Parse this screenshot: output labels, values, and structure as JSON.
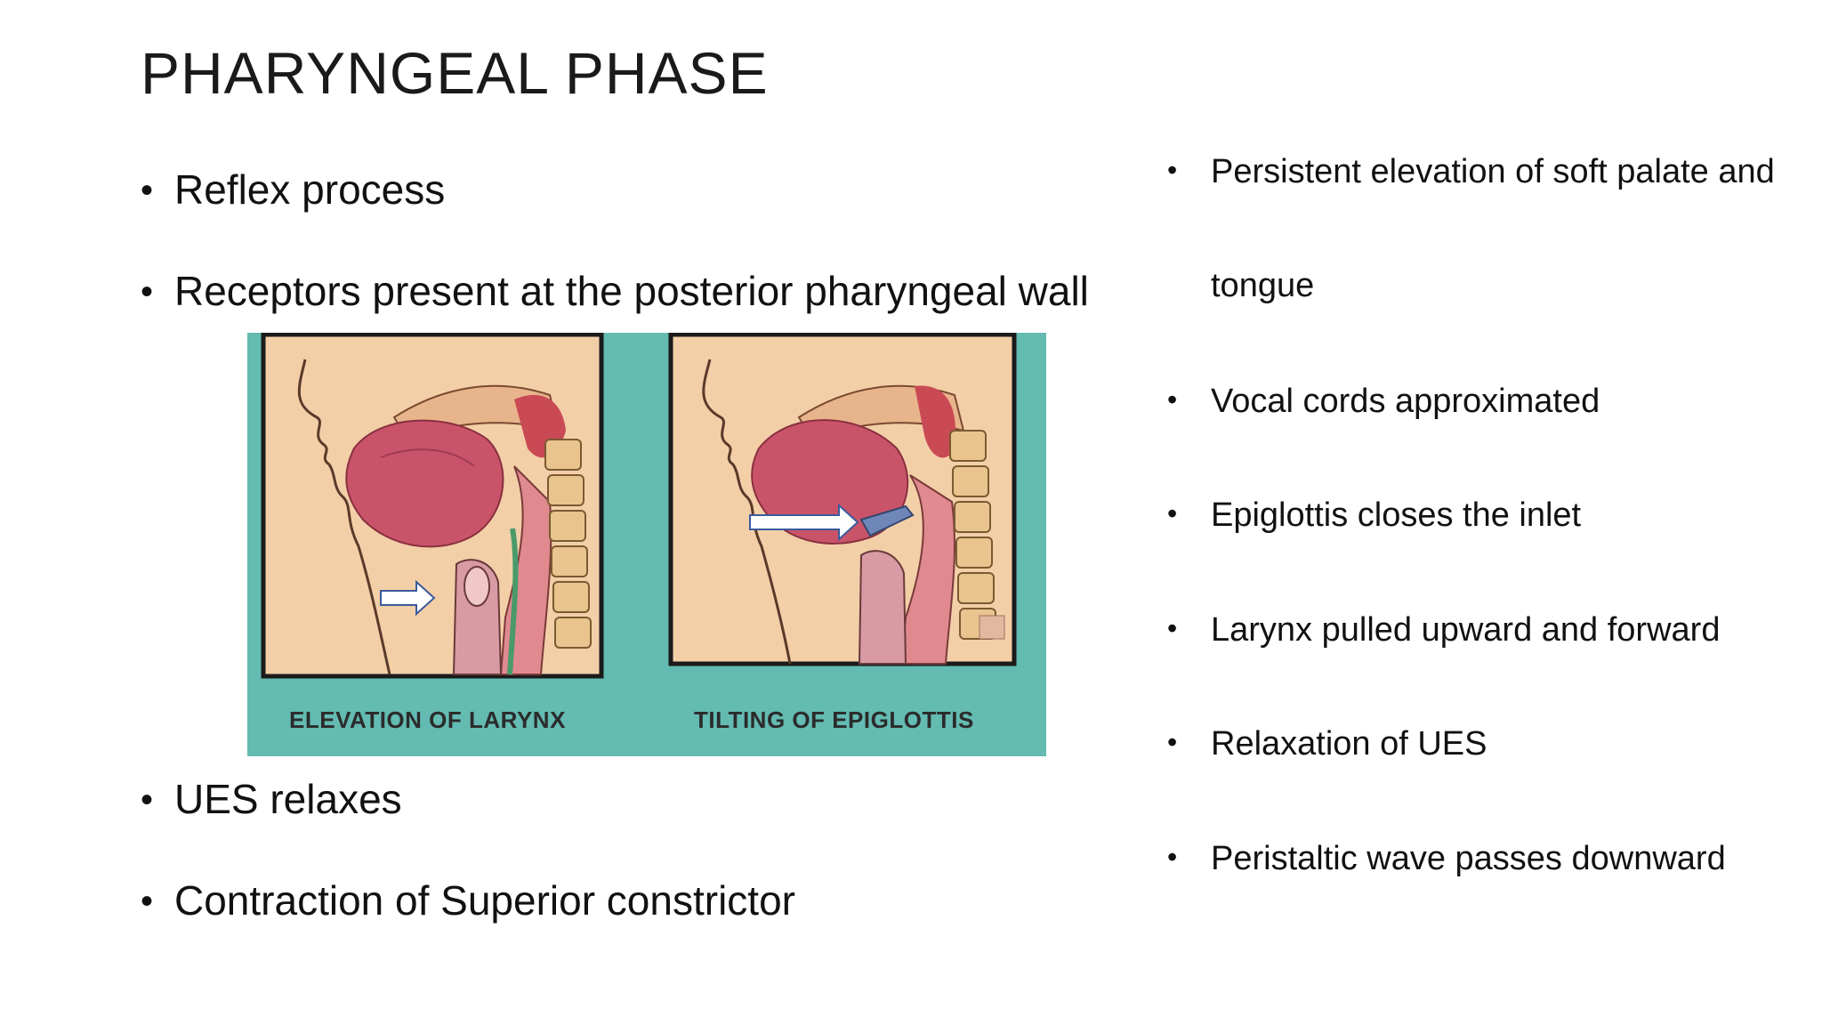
{
  "slide": {
    "title": "PHARYNGEAL PHASE",
    "left_bullets": [
      "Reflex process",
      "Receptors present at the posterior pharyngeal wall",
      "UES relaxes",
      "Contraction of Superior constrictor"
    ],
    "right_bullets": [
      {
        "line1": "Persistent elevation of soft palate and",
        "line2": "tongue"
      },
      {
        "line1": "Vocal cords approximated"
      },
      {
        "line1": "Epiglottis closes the inlet"
      },
      {
        "line1": "Larynx pulled upward and forward"
      },
      {
        "line1": "Relaxation of UES"
      },
      {
        "line1": "Peristaltic wave passes downward"
      }
    ],
    "bullet_glyph": "•"
  },
  "figure": {
    "panels": [
      {
        "caption": "ELEVATION OF LARYNX",
        "arrow": "arrow-right-icon"
      },
      {
        "caption": "TILTING OF EPIGLOTTIS",
        "arrow": "arrow-right-icon"
      }
    ],
    "colors": {
      "background": "#63bbb2",
      "panel_fill": "#f3cfa8",
      "tissue": "#d9737f",
      "tongue": "#c9546a",
      "arrow": "#ffffff"
    }
  }
}
